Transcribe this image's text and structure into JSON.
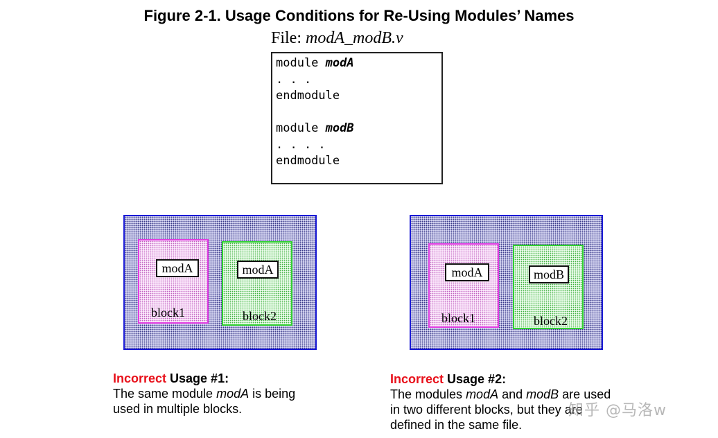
{
  "figure": {
    "title": "Figure 2-1. Usage Conditions for Re-Using Modules’ Names"
  },
  "file": {
    "label": "File:",
    "name": "modA_modB.v"
  },
  "code": {
    "line1_kw": "module ",
    "line1_name": "modA",
    "line2": ". . .",
    "line3": "endmodule",
    "line4_kw": "module ",
    "line4_name": "modB",
    "line5": ". . . .",
    "line6": "endmodule"
  },
  "diagram1": {
    "block1_module": "modA",
    "block1_label": "block1",
    "block2_module": "modA",
    "block2_label": "block2"
  },
  "diagram2": {
    "block1_module": "modA",
    "block1_label": "block1",
    "block2_module": "modB",
    "block2_label": "block2"
  },
  "caption1": {
    "red": "Incorrect",
    "head": " Usage #1:",
    "t1": "The same module ",
    "mod": "modA",
    "t2": " is being",
    "line2": "used in multiple blocks."
  },
  "caption2": {
    "red": "Incorrect",
    "head": " Usage #2:",
    "t1": "The modules ",
    "mod1": "modA",
    "t2": " and ",
    "mod2": "modB",
    "t3": " are used",
    "line2": "in two different blocks, but they are",
    "line3": "defined in the same file."
  },
  "watermark": "知乎 @马洛w",
  "colors": {
    "outer_border": "#1a1ad6",
    "block1_border": "#e23de2",
    "block2_border": "#30d030",
    "incorrect_text": "#e8101a"
  }
}
